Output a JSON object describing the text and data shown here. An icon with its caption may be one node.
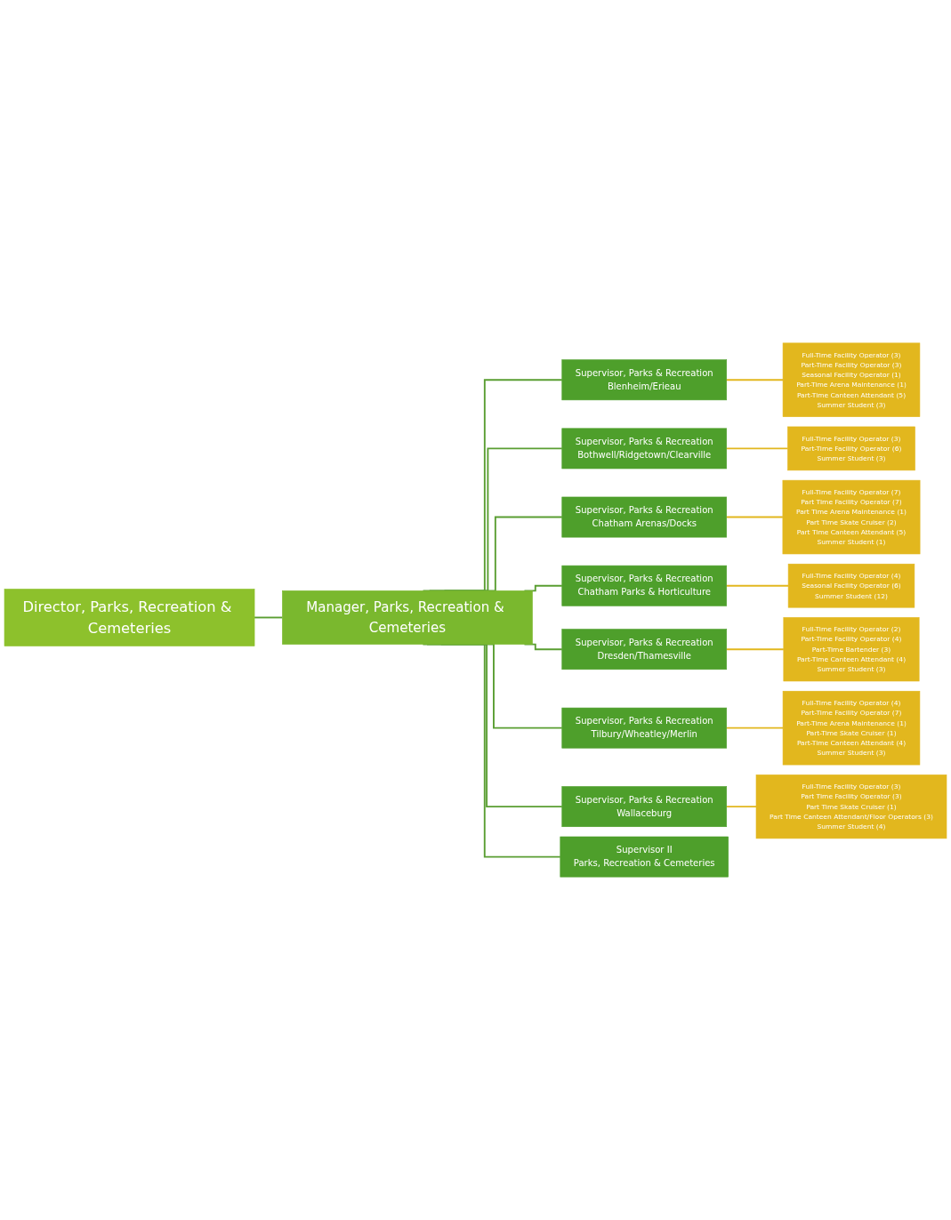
{
  "diagram": {
    "nodes": [
      {
        "text": [
          "Director, Parks, Recreation & Cemeteries"
        ]
      },
      {
        "text": [
          "Manager, Parks, Recreation & Cemeteries"
        ]
      },
      {
        "text": [
          "Supervisor, Parks & Recreation",
          "Blenheim/Erieau"
        ]
      },
      {
        "text": [
          "Full-Time Facility Operator (3)",
          "Part-Time Facility Operator (3)",
          "Seasonal Facility Operator (1)",
          "Part-Time Arena Maintenance (1)",
          "Part-Time Canteen Attendant (5)",
          "Summer Student (3)"
        ]
      },
      {
        "text": [
          "Supervisor, Parks & Recreation",
          "Bothwell/Ridgetown/Clearville"
        ]
      },
      {
        "text": [
          "Full-Time Facility Operator (3)",
          "Part-Time Facility Operator (6)",
          "Summer Student (3)"
        ]
      },
      {
        "text": [
          "Supervisor, Parks & Recreation",
          "Chatham Arenas/Docks"
        ]
      },
      {
        "text": [
          "Full-Time Facility Operator (7)",
          "Part Time Facility Operator (7)",
          "Part Time Arena Maintenance (1)",
          "Part Time Skate Cruiser (2)",
          "Part Time Canteen Attendant (5)",
          "Summer Student (1)"
        ]
      },
      {
        "text": [
          "Supervisor, Parks & Recreation",
          "Chatham Parks & Horticulture"
        ]
      },
      {
        "text": [
          "Full-Time Facility Operator (4)",
          "Seasonal Facility Operator (6)",
          "Summer Student (12)"
        ]
      },
      {
        "text": [
          "Supervisor, Parks & Recreation",
          "Dresden/Thamesville"
        ]
      },
      {
        "text": [
          "Full-Time Facility Operator (2)",
          "Part-Time Facility Operator (4)",
          "Part-Time Bartender (3)",
          "Part-Time Canteen Attendant (4)",
          "Summer Student (3)"
        ]
      },
      {
        "text": [
          "Supervisor, Parks & Recreation",
          "Tilbury/Wheatley/Merlin"
        ]
      },
      {
        "text": [
          "Full-Time Facility Operator (4)",
          "Part-Time Facility Operator (7)",
          "Part-Time Arena Maintenance (1)",
          "Part-Time Skate Cruiser (1)",
          "Part-Time Canteen Attendant (4)",
          "Summer Student (3)"
        ]
      },
      {
        "text": [
          "Supervisor, Parks & Recreation",
          "Wallaceburg"
        ]
      },
      {
        "text": [
          "Full-Time Facility Operator (3)",
          "Part Time Facility Operator (3)",
          "Part Time Skate Cruiser (1)",
          "Part Time Canteen Attendant/Floor Operators (3)",
          "Summer Student (4)"
        ]
      },
      {
        "text": [
          "Supervisor II",
          "Parks, Recreation & Cemeteries"
        ]
      }
    ],
    "edges": [
      {
        "from": 0,
        "to": 1,
        "arrow": "none"
      },
      {
        "from": 1,
        "to": 2,
        "arrow": "none"
      },
      {
        "from": 1,
        "to": 4,
        "arrow": "none"
      },
      {
        "from": 1,
        "to": 6,
        "arrow": "none"
      },
      {
        "from": 1,
        "to": 8,
        "arrow": "none"
      },
      {
        "from": 1,
        "to": 10,
        "arrow": "none"
      },
      {
        "from": 1,
        "to": 12,
        "arrow": "none"
      },
      {
        "from": 1,
        "to": 14,
        "arrow": "none"
      },
      {
        "from": 1,
        "to": 16,
        "arrow": "none"
      },
      {
        "from": 2,
        "to": 3,
        "arrow": "none",
        "color": "#e2b71e"
      },
      {
        "from": 4,
        "to": 5,
        "arrow": "none",
        "color": "#e2b71e"
      },
      {
        "from": 6,
        "to": 7,
        "arrow": "none",
        "color": "#e2b71e"
      },
      {
        "from": 8,
        "to": 9,
        "arrow": "none",
        "color": "#e2b71e"
      },
      {
        "from": 10,
        "to": 11,
        "arrow": "none",
        "color": "#e2b71e"
      },
      {
        "from": 12,
        "to": 13,
        "arrow": "none",
        "color": "#e2b71e"
      },
      {
        "from": 14,
        "to": 15,
        "arrow": "none",
        "color": "#e2b71e"
      }
    ]
  }
}
